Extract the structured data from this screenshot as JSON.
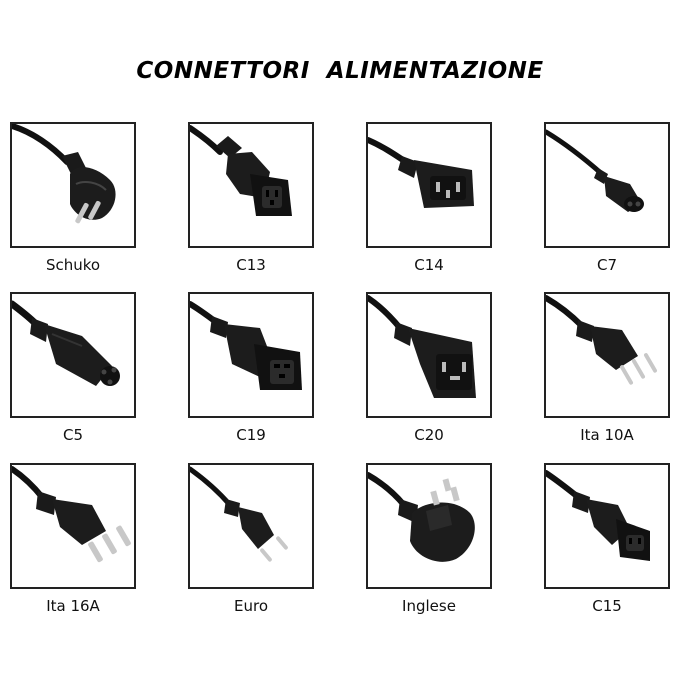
{
  "title": "CONNETTORI  ALIMENTAZIONE",
  "connectors": [
    {
      "label": "Schuko",
      "icon": "schuko-plug-icon"
    },
    {
      "label": "C13",
      "icon": "c13-connector-icon"
    },
    {
      "label": "C14",
      "icon": "c14-connector-icon"
    },
    {
      "label": "C7",
      "icon": "c7-connector-icon"
    },
    {
      "label": "C5",
      "icon": "c5-connector-icon"
    },
    {
      "label": "C19",
      "icon": "c19-connector-icon"
    },
    {
      "label": "C20",
      "icon": "c20-connector-icon"
    },
    {
      "label": "Ita 10A",
      "icon": "ita-10a-plug-icon"
    },
    {
      "label": "Ita 16A",
      "icon": "ita-16a-plug-icon"
    },
    {
      "label": "Euro",
      "icon": "euro-plug-icon"
    },
    {
      "label": "Inglese",
      "icon": "uk-plug-icon"
    },
    {
      "label": "C15",
      "icon": "c15-connector-icon"
    }
  ]
}
